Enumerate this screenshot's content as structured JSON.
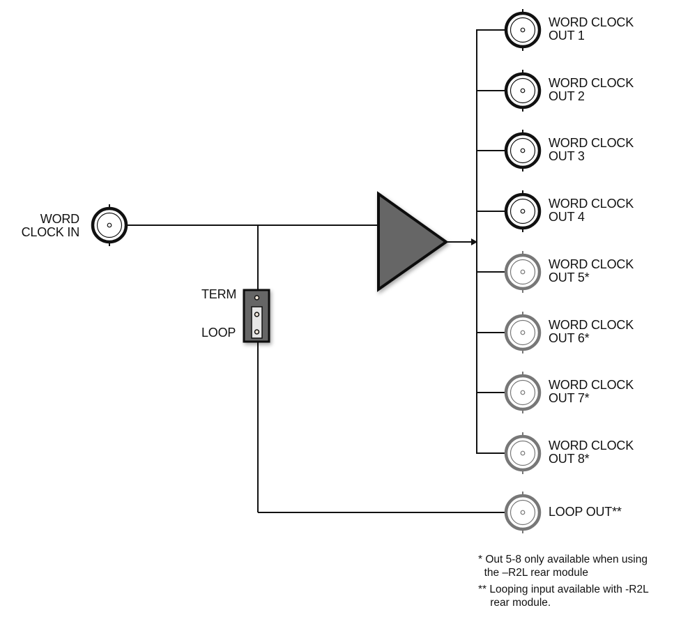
{
  "title": "Word clock distribution block diagram",
  "colors": {
    "line": "#111111",
    "active_connector": "#111111",
    "optional_connector": "#777777",
    "amplifier_fill": "#666666",
    "jumper_body": "#666666",
    "jumper_link": "#e6e6e6"
  },
  "input": {
    "label_lines": [
      "WORD",
      "CLOCK IN"
    ]
  },
  "jumper": {
    "term_label": "TERM",
    "loop_label": "LOOP",
    "setting": "LOOP"
  },
  "amplifier": {
    "type": "buffer-triangle"
  },
  "outputs": [
    {
      "line1": "WORD CLOCK",
      "line2": "OUT 1",
      "optional": false
    },
    {
      "line1": "WORD CLOCK",
      "line2": "OUT 2",
      "optional": false
    },
    {
      "line1": "WORD CLOCK",
      "line2": "OUT 3",
      "optional": false
    },
    {
      "line1": "WORD CLOCK",
      "line2": "OUT 4",
      "optional": false
    },
    {
      "line1": "WORD CLOCK",
      "line2": "OUT 5*",
      "optional": true
    },
    {
      "line1": "WORD CLOCK",
      "line2": "OUT 6*",
      "optional": true
    },
    {
      "line1": "WORD CLOCK",
      "line2": "OUT 7*",
      "optional": true
    },
    {
      "line1": "WORD CLOCK",
      "line2": "OUT 8*",
      "optional": true
    }
  ],
  "loop_out": {
    "label": "LOOP OUT**",
    "optional": true
  },
  "footnotes": [
    {
      "line1": "* Out 5-8 only available when using",
      "line2": "  the –R2L rear module"
    },
    {
      "line1": "** Looping input available with -R2L",
      "line2": "    rear module."
    }
  ]
}
